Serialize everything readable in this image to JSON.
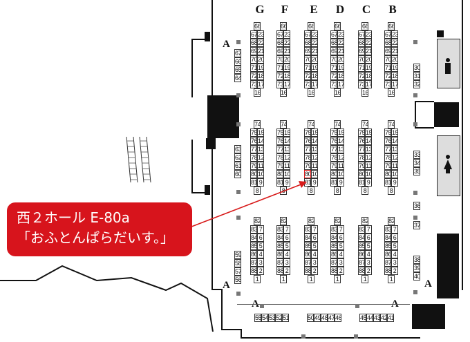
{
  "column_labels": [
    "G",
    "F",
    "E",
    "D",
    "C",
    "B"
  ],
  "entrance_label": "A",
  "callout": {
    "line1": "西２ホール E-80a",
    "line2": "「おふとんぱらだいす。」"
  },
  "highlight_booth": "E-80",
  "colors": {
    "callout": "#d7141c",
    "highlight": "#d81b1b",
    "booth_border": "#333333"
  },
  "blocks": {
    "top": {
      "head": "66",
      "left": [
        "67",
        "68",
        "69",
        "70",
        "71",
        "72",
        "73"
      ],
      "right": [
        "23",
        "22",
        "21",
        "20",
        "19",
        "18",
        "17"
      ],
      "foot": "16"
    },
    "middle": {
      "head": "74",
      "left": [
        "75",
        "76",
        "77",
        "78",
        "79",
        "80",
        "81"
      ],
      "right": [
        "15",
        "14",
        "13",
        "12",
        "11",
        "10",
        "9"
      ],
      "foot": "8"
    },
    "bottom": {
      "head": "82",
      "left": [
        "83",
        "84",
        "85",
        "86",
        "87",
        "88"
      ],
      "right": [
        "7",
        "6",
        "5",
        "4",
        "3",
        "2"
      ],
      "foot": "1"
    }
  },
  "wall_booths": {
    "left_top": [
      "67",
      "66",
      "65",
      "64"
    ],
    "left_mid": [
      "63",
      "62",
      "61",
      "60"
    ],
    "left_bottom": [
      "59",
      "58",
      "57",
      "56"
    ],
    "right_top": [
      "30",
      "31",
      "32"
    ],
    "right_mid": [
      "33",
      "34",
      "35"
    ],
    "right_single": [
      "36",
      "37"
    ],
    "right_bottom": [
      "38",
      "39",
      "40"
    ],
    "bottom_row_1": [
      "55",
      "54",
      "53",
      "52",
      "51"
    ],
    "bottom_row_2": [
      "50",
      "49",
      "48",
      "47",
      "46"
    ],
    "bottom_row_3": [
      "45",
      "44",
      "43",
      "42",
      "41"
    ]
  },
  "icons": [
    "mens-restroom-icon",
    "womens-restroom-icon",
    "escalator-icon"
  ]
}
